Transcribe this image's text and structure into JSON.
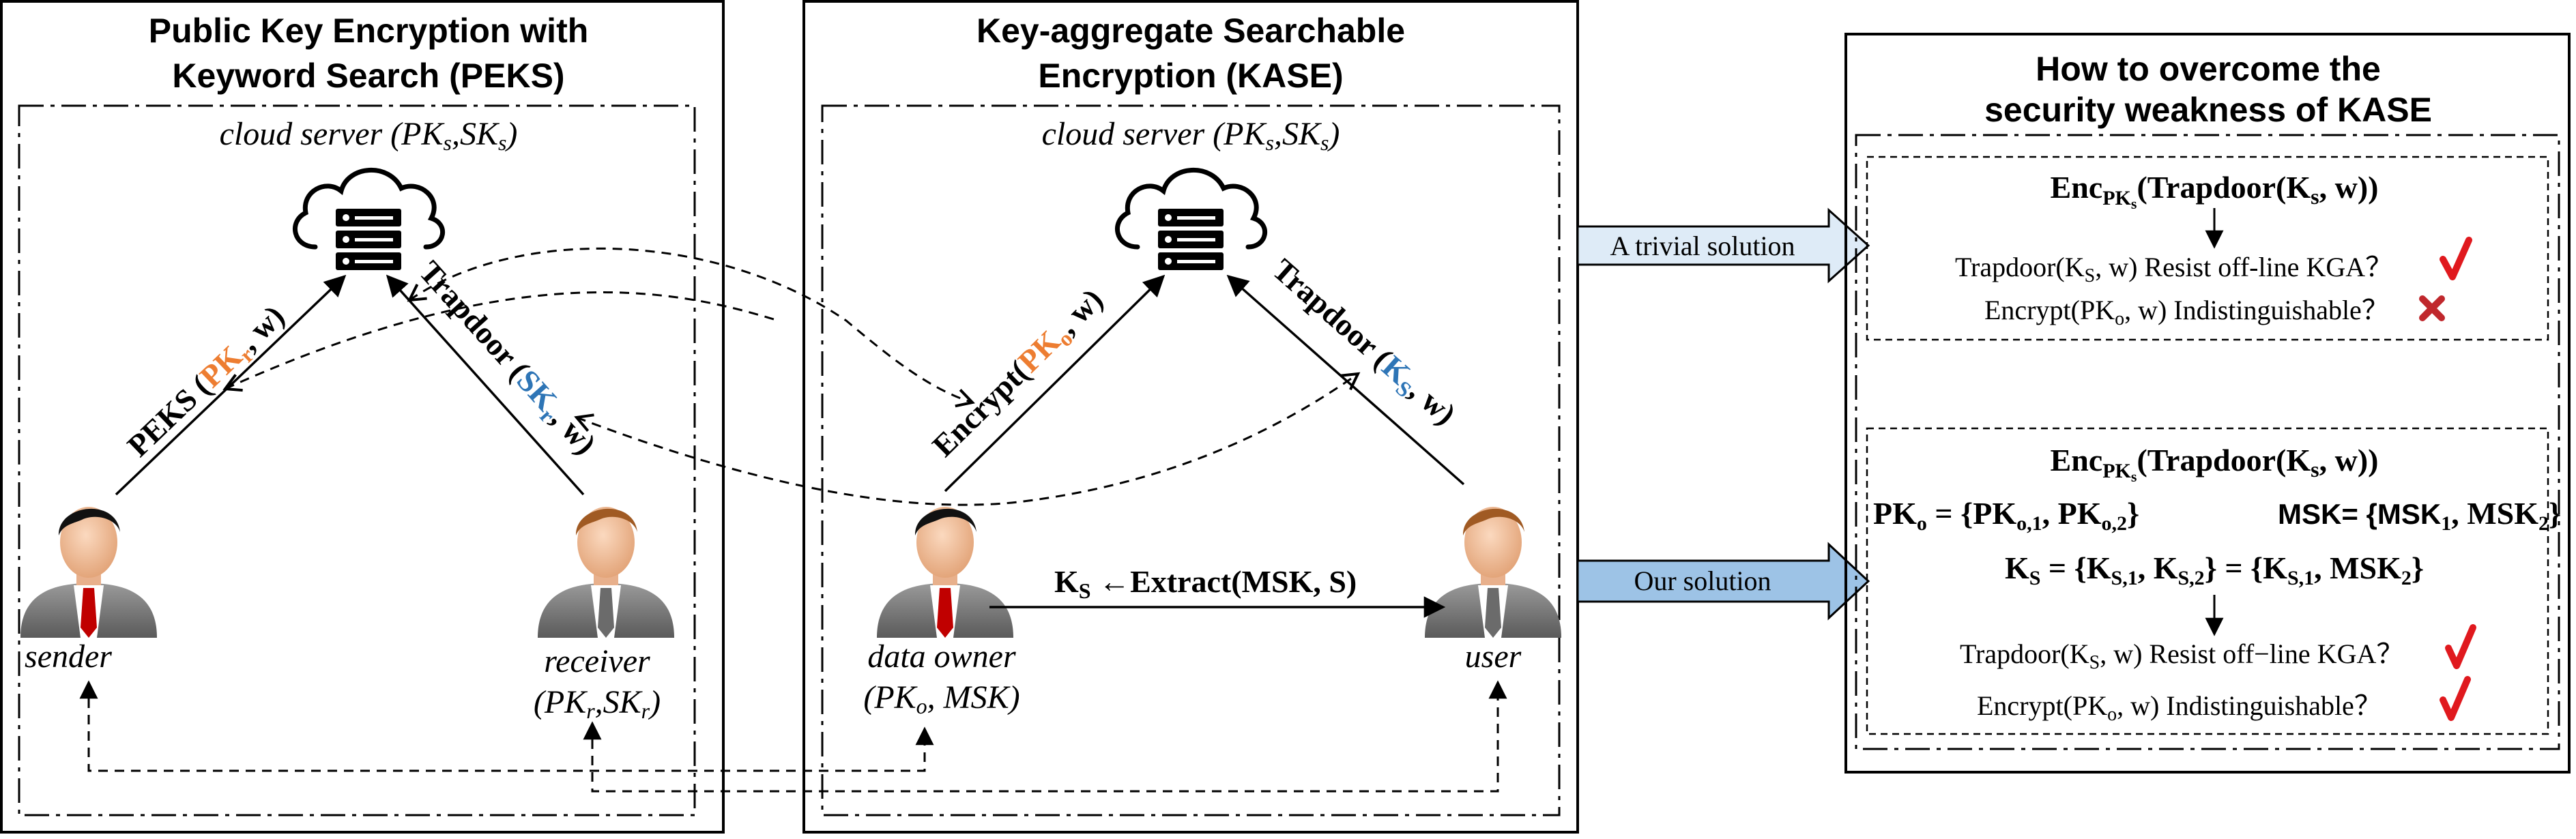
{
  "colors": {
    "orange": "#ED7D31",
    "blue": "#2E75B6",
    "arrow_light": "#DEEBF7",
    "arrow_dark": "#9DC3E6",
    "check": "#E0191E",
    "cross": "#C0282D"
  },
  "icons": [
    "cloud-server-icon",
    "person-icon",
    "checkmark-icon",
    "cross-icon"
  ],
  "peks": {
    "title_line1": "Public Key Encryption with",
    "title_line2": "Keyword Search (PEKS)",
    "cloud_label": "cloud server (PK",
    "cloud_label_s1": "s",
    "cloud_label_mid": ",SK",
    "cloud_label_s2": "s",
    "cloud_label_end": ")",
    "sender_label": "sender",
    "receiver_label": "receiver",
    "receiver_keys": "(PK",
    "receiver_keys_s1": "r",
    "receiver_keys_mid": ",SK",
    "receiver_keys_s2": "r",
    "receiver_keys_end": ")",
    "left_arrow_pre": "PEKS (",
    "left_arrow_key": "PK",
    "left_arrow_sub": "r",
    "left_arrow_post": ", w)",
    "right_arrow_pre": "Trapdoor (",
    "right_arrow_key": "SK",
    "right_arrow_sub": "r",
    "right_arrow_post": ", w)"
  },
  "kase": {
    "title_line1": "Key-aggregate Searchable",
    "title_line2": "Encryption (KASE)",
    "cloud_label": "cloud server (PK",
    "cloud_label_s1": "s",
    "cloud_label_mid": ",SK",
    "cloud_label_s2": "s",
    "cloud_label_end": ")",
    "owner_label": "data owner",
    "owner_keys": "(PK",
    "owner_keys_s1": "o",
    "owner_keys_end": ", MSK)",
    "user_label": "user",
    "left_arrow_pre": "Encrypt(",
    "left_arrow_key": "PK",
    "left_arrow_sub": "o",
    "left_arrow_post": ", w)",
    "right_arrow_pre": "Trapdoor (",
    "right_arrow_key": "K",
    "right_arrow_sub": "S",
    "right_arrow_post": ", w)",
    "extract_k": "K",
    "extract_k_sub": "S",
    "extract_rest": " ←Extract(MSK, S)"
  },
  "arrows": {
    "trivial": "A trivial solution",
    "ours": "Our solution"
  },
  "overcome": {
    "title_line1": "How to overcome the",
    "title_line2": "security weakness of KASE",
    "box1": {
      "enc_pre": "Enc",
      "enc_sub": "PK",
      "enc_subsub": "s",
      "enc_post": "(Trapdoor(K",
      "enc_post_sub": "s",
      "enc_end": ", w))",
      "line1_pre": "Trapdoor(K",
      "line1_sub": "S",
      "line1_post": ", w)  Resist off-line KGA？",
      "line2_pre": "Encrypt(PK",
      "line2_sub": "o",
      "line2_post": ", w)  Indistinguishable？"
    },
    "box2": {
      "enc_pre": "Enc",
      "enc_sub": "PK",
      "enc_subsub": "s",
      "enc_post": "(Trapdoor(K",
      "enc_post_sub": "s",
      "enc_end": ", w))",
      "pk_line_a": "PK",
      "pk_line_a_sub": "o",
      "pk_line_b": " = {PK",
      "pk_line_b_sub": "o,1",
      "pk_line_c": ", PK",
      "pk_line_c_sub": "o,2",
      "pk_line_d": "}",
      "msk_line": "MSK= {MSK",
      "msk_sub1": "1",
      "msk_mid": ", MSK",
      "msk_sub2": "2",
      "msk_end": "}",
      "ks_a": "K",
      "ks_a_sub": "S",
      "ks_b": " = {K",
      "ks_b_sub": "S,1",
      "ks_c": ", K",
      "ks_c_sub": "S,2",
      "ks_d": "} = {K",
      "ks_d_sub": "S,1",
      "ks_e": ", MSK",
      "ks_e_sub": "2",
      "ks_f": "}",
      "line1_pre": "Trapdoor(K",
      "line1_sub": "S",
      "line1_post": ", w)  Resist off−line KGA？",
      "line2_pre": "Encrypt(PK",
      "line2_sub": "o",
      "line2_post": ", w)  Indistinguishable？"
    }
  }
}
